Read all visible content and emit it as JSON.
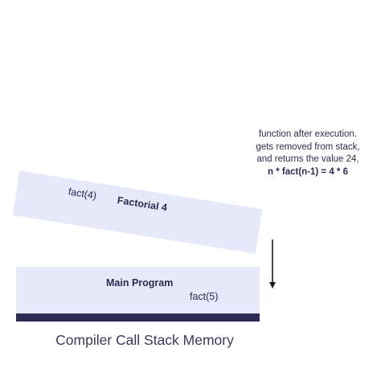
{
  "annotation": {
    "line1": "function after execution.",
    "line2": "gets removed from stack,",
    "line3": "and returns the value 24,",
    "formula": "n * fact(n-1) = 4 * 6"
  },
  "frames": {
    "popped": {
      "title": "Factorial 4",
      "call": "fact(4)"
    },
    "main": {
      "title": "Main Program",
      "call": "fact(5)"
    }
  },
  "caption": "Compiler Call Stack Memory",
  "colors": {
    "frame_fill": "#e6e9fa",
    "base": "#2d2b55",
    "text": "#2d2b55",
    "arrow": "#1a1a1a"
  },
  "icons": {
    "arrow": "arrow-down-icon"
  }
}
